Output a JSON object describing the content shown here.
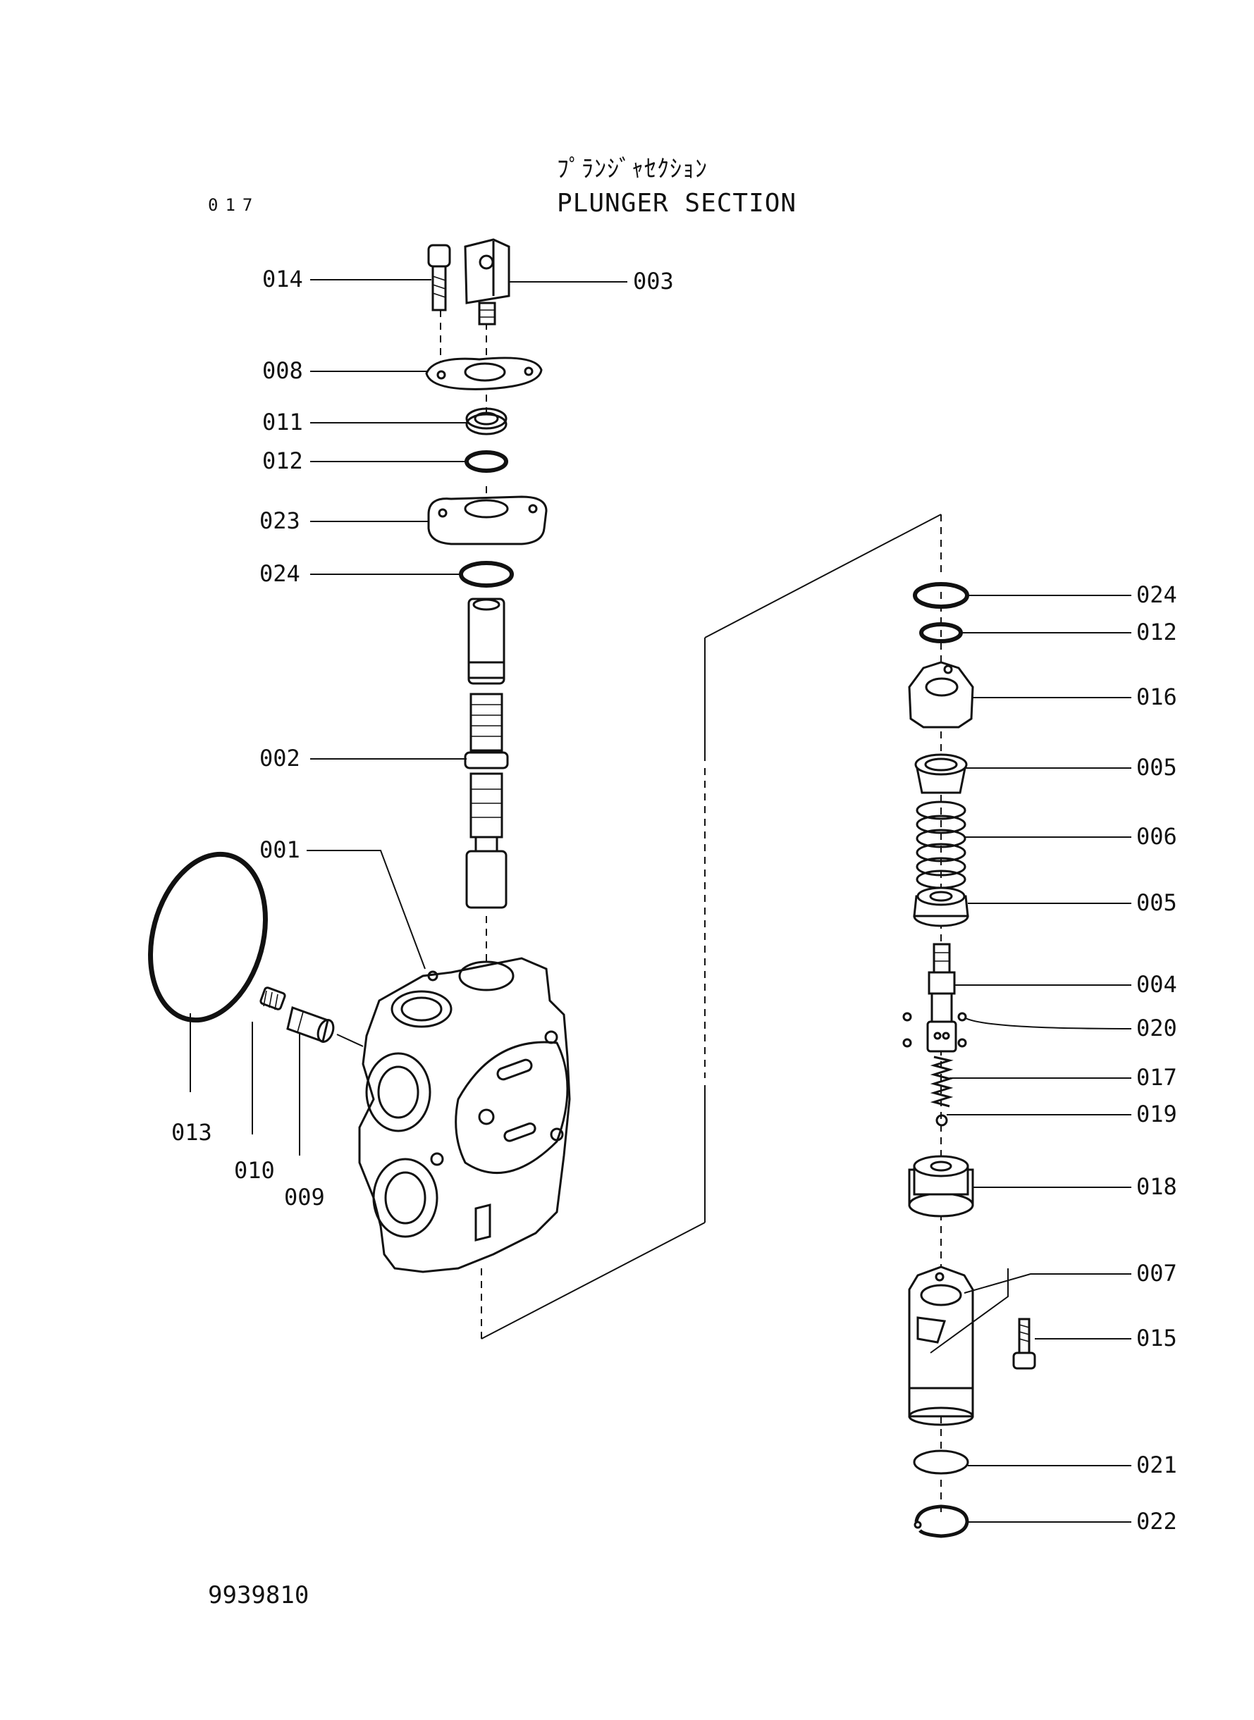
{
  "header": {
    "section_number": "017",
    "title_japanese": "ﾌﾟﾗﾝｼﾞｬｾｸｼｮﾝ",
    "title_english": "PLUNGER SECTION"
  },
  "footer": {
    "document_number": "9939810"
  },
  "callouts": {
    "c014": "014",
    "c003": "003",
    "c008": "008",
    "c011": "011",
    "c012a": "012",
    "c023": "023",
    "c024a": "024",
    "c002": "002",
    "c001": "001",
    "c013": "013",
    "c010": "010",
    "c009": "009",
    "c024b": "024",
    "c012b": "012",
    "c016": "016",
    "c005a": "005",
    "c006": "006",
    "c005b": "005",
    "c004": "004",
    "c020": "020",
    "c017": "017",
    "c019": "019",
    "c018": "018",
    "c007": "007",
    "c015": "015",
    "c021": "021",
    "c022": "022"
  }
}
